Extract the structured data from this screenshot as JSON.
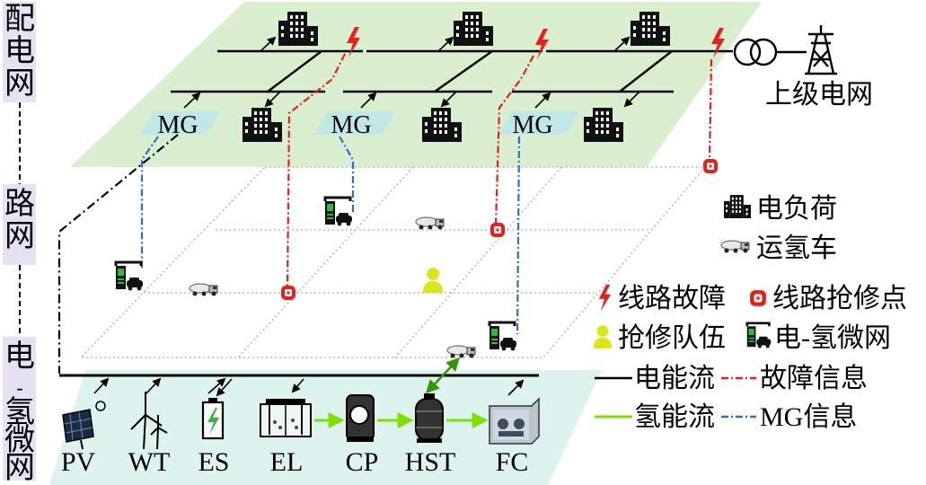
{
  "layers": {
    "distribution": "配电网",
    "road": "路网",
    "microgrid": "电-氢微网"
  },
  "mg_label": "MG",
  "upper_grid_label": "上级电网",
  "devices": [
    {
      "label": "PV"
    },
    {
      "label": "WT"
    },
    {
      "label": "ES"
    },
    {
      "label": "EL"
    },
    {
      "label": "CP"
    },
    {
      "label": "HST"
    },
    {
      "label": "FC"
    }
  ],
  "legend": {
    "electric_load": "电负荷",
    "hydrogen_truck": "运氢车",
    "line_fault": "线路故障",
    "repair_point": "线路抢修点",
    "repair_crew": "抢修队伍",
    "eh_microgrid": "电-氢微网",
    "electric_flow": "电能流",
    "fault_info": "故障信息",
    "hydrogen_flow": "氢能流",
    "mg_info": "MG信息"
  },
  "colors": {
    "plane_top": "#d9efcf",
    "plane_bottom": "#dcf3ee",
    "mg_tag": "#bfe8e6",
    "side_label_bg": "#e6e2f3",
    "fault_red": "#e8201a",
    "info_blue": "#2b6fd6",
    "hydrogen_green": "#7fe000",
    "crew_yellow": "#d9e61a",
    "ev_green": "#2fb83a"
  }
}
